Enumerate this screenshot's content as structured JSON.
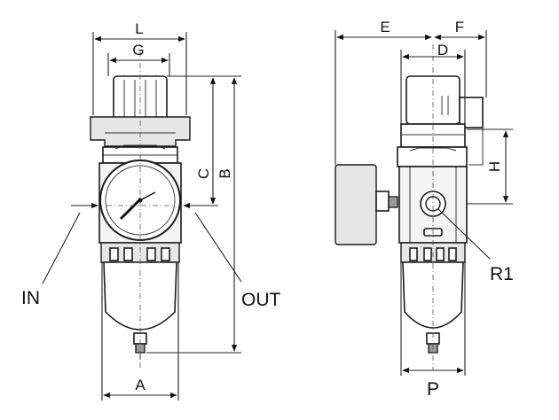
{
  "labels": {
    "L": "L",
    "G": "G",
    "B": "B",
    "C": "C",
    "A": "A",
    "IN": "IN",
    "OUT": "OUT",
    "E": "E",
    "F": "F",
    "D": "D",
    "H": "H",
    "R1": "R1",
    "P": "P"
  }
}
